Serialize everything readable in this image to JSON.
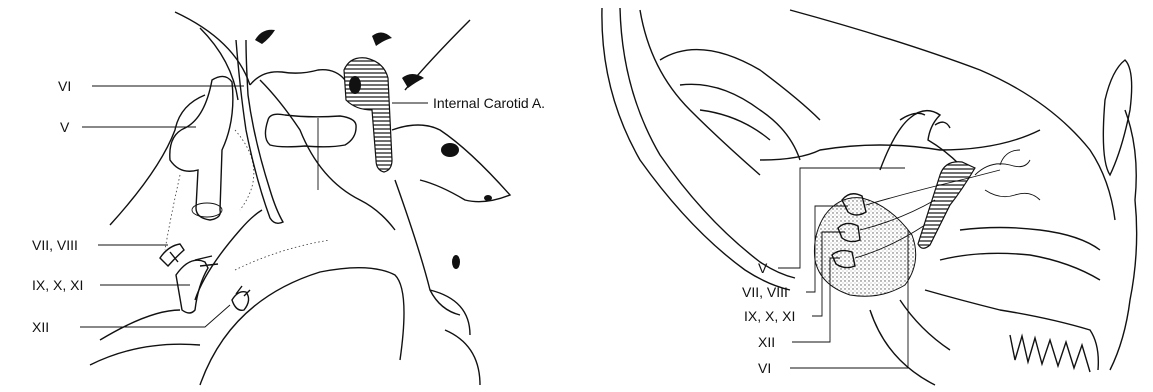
{
  "left_figure": {
    "labels": {
      "vi": "VI",
      "v": "V",
      "vii_viii": "VII, VIII",
      "ix_x_xi": "IX, X, XI",
      "xii": "XII",
      "carotid": "Internal Carotid A."
    }
  },
  "right_figure": {
    "labels": {
      "v": "V",
      "vii_viii": "VII, VIII",
      "ix_x_xi": "IX, X, XI",
      "xii": "XII",
      "vi": "VI"
    }
  }
}
